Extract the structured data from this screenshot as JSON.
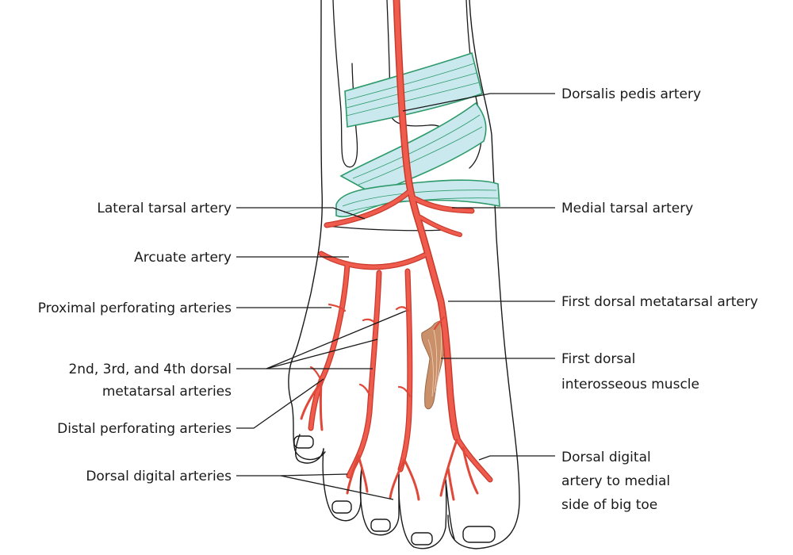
{
  "labels": {
    "dorsalis_pedis": "Dorsalis pedis artery",
    "lateral_tarsal": "Lateral tarsal artery",
    "medial_tarsal": "Medial tarsal artery",
    "arcuate": "Arcuate artery",
    "first_dorsal_metatarsal": "First dorsal metatarsal artery",
    "proximal_perforating": "Proximal perforating arteries",
    "first_dorsal_interosseous_line1": "First dorsal",
    "first_dorsal_interosseous_line2": "interosseous muscle",
    "dorsal_metatarsal_line1": "2nd, 3rd, and 4th dorsal",
    "dorsal_metatarsal_line2": "metatarsal arteries",
    "distal_perforating": "Distal perforating arteries",
    "dorsal_digital": "Dorsal digital arteries",
    "big_toe_line1": "Dorsal digital",
    "big_toe_line2": "artery to medial",
    "big_toe_line3": "side of big toe"
  },
  "colors": {
    "artery": "#ef5b4c",
    "artery_edge": "#c83a2c",
    "retinaculum": "#c9e9ee",
    "retinaculum_edge": "#2e9a6a",
    "muscle": "#c9906a",
    "outline": "#1a1a1a"
  }
}
